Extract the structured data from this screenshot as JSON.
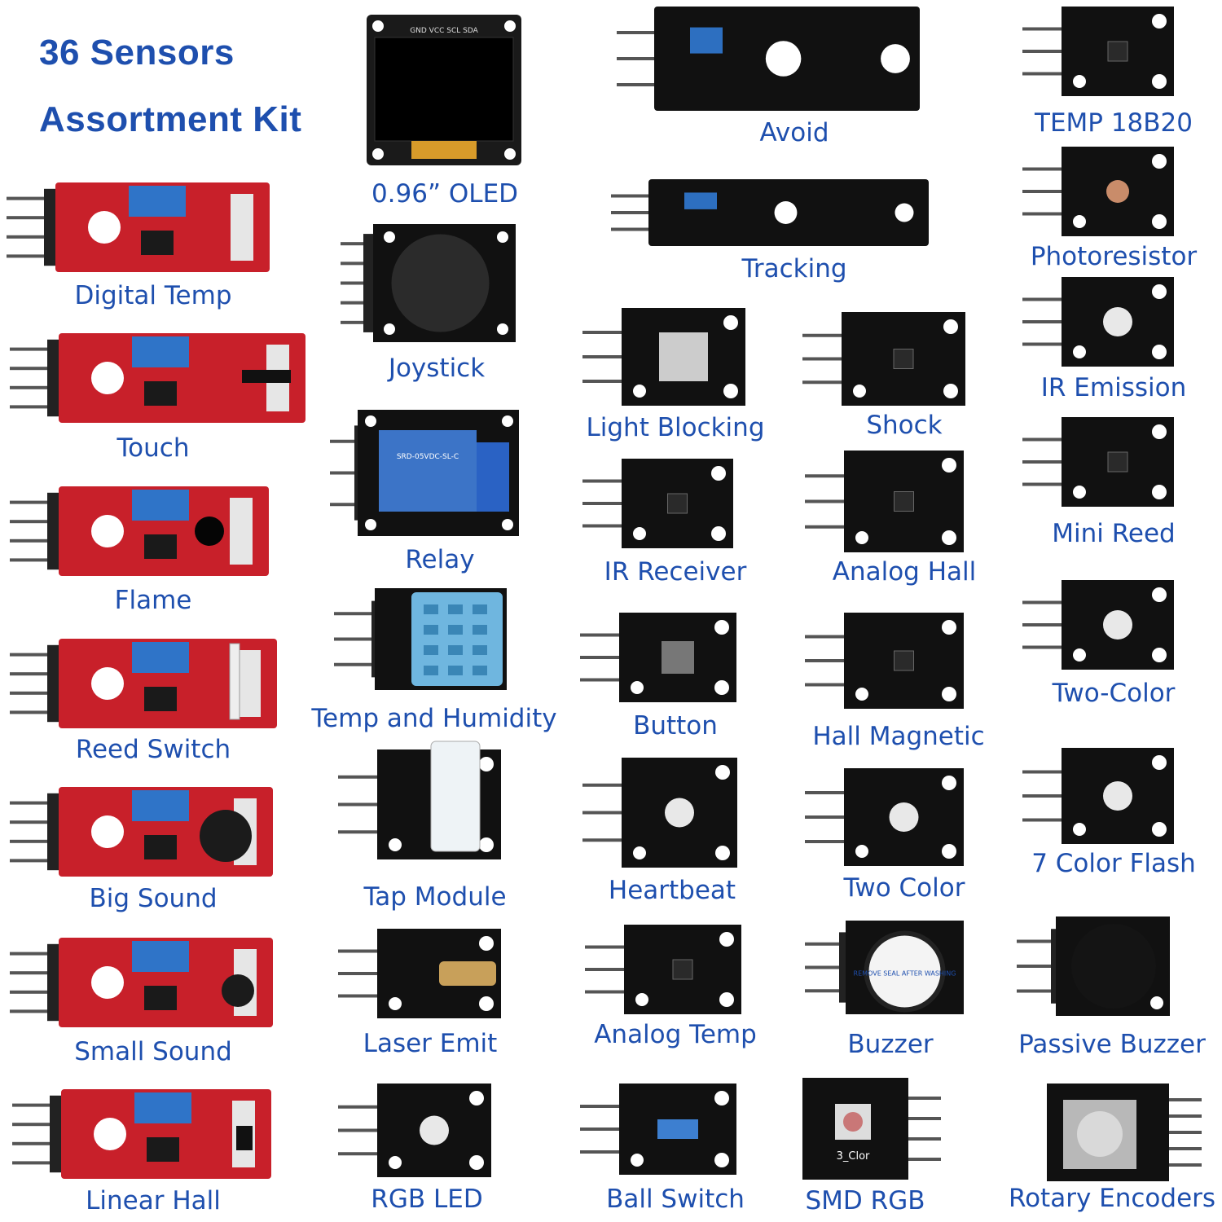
{
  "title": {
    "line1": "36 Sensors",
    "line2": "Assortment Kit"
  },
  "colors": {
    "label": "#1e4fae",
    "red_pcb": "#c8202a",
    "black_pcb": "#111111",
    "pins": "#555555",
    "pot_blue": "#2f74c8"
  },
  "modules": [
    {
      "id": "digital-temp",
      "label": "Digital Temp",
      "style": "red"
    },
    {
      "id": "touch",
      "label": "Touch",
      "style": "red"
    },
    {
      "id": "flame",
      "label": "Flame",
      "style": "red"
    },
    {
      "id": "reed-switch",
      "label": "Reed Switch",
      "style": "red"
    },
    {
      "id": "big-sound",
      "label": "Big Sound",
      "style": "red"
    },
    {
      "id": "small-sound",
      "label": "Small Sound",
      "style": "red"
    },
    {
      "id": "linear-hall",
      "label": "Linear Hall",
      "style": "red"
    },
    {
      "id": "oled",
      "label": "0.96” OLED",
      "style": "oled",
      "pin_text": "GND VCC SCL SDA"
    },
    {
      "id": "joystick",
      "label": "Joystick",
      "style": "joystick"
    },
    {
      "id": "relay",
      "label": "Relay",
      "style": "relay",
      "relay_text": "SRD-05VDC-SL-C"
    },
    {
      "id": "temp-humidity",
      "label": "Temp and Humidity",
      "style": "dht"
    },
    {
      "id": "tap-module",
      "label": "Tap Module",
      "style": "black"
    },
    {
      "id": "laser-emit",
      "label": "Laser Emit",
      "style": "black"
    },
    {
      "id": "rgb-led",
      "label": "RGB LED",
      "style": "black"
    },
    {
      "id": "avoid",
      "label": "Avoid",
      "style": "long"
    },
    {
      "id": "tracking",
      "label": "Tracking",
      "style": "long"
    },
    {
      "id": "light-blocking",
      "label": "Light Blocking",
      "style": "black"
    },
    {
      "id": "ir-receiver",
      "label": "IR Receiver",
      "style": "black"
    },
    {
      "id": "button",
      "label": "Button",
      "style": "black"
    },
    {
      "id": "heartbeat",
      "label": "Heartbeat",
      "style": "black"
    },
    {
      "id": "analog-temp",
      "label": "Analog Temp",
      "style": "black"
    },
    {
      "id": "ball-switch",
      "label": "Ball Switch",
      "style": "black"
    },
    {
      "id": "shock",
      "label": "Shock",
      "style": "black"
    },
    {
      "id": "analog-hall",
      "label": "Analog Hall",
      "style": "black"
    },
    {
      "id": "hall-magnetic",
      "label": "Hall Magnetic",
      "style": "black"
    },
    {
      "id": "two-color-2",
      "label": "Two Color",
      "style": "black"
    },
    {
      "id": "buzzer",
      "label": "Buzzer",
      "style": "buzzer",
      "buzzer_text": "REMOVE SEAL AFTER WASHING"
    },
    {
      "id": "smd-rgb",
      "label": "SMD RGB",
      "style": "smd",
      "board_text": "3_Clor"
    },
    {
      "id": "temp-18b20",
      "label": "TEMP 18B20",
      "style": "black"
    },
    {
      "id": "photoresistor",
      "label": "Photoresistor",
      "style": "black"
    },
    {
      "id": "ir-emission",
      "label": "IR Emission",
      "style": "black"
    },
    {
      "id": "mini-reed",
      "label": "Mini Reed",
      "style": "black"
    },
    {
      "id": "two-color",
      "label": "Two-Color",
      "style": "black"
    },
    {
      "id": "seven-color-flash",
      "label": "7 Color Flash",
      "style": "black"
    },
    {
      "id": "passive-buzzer",
      "label": "Passive Buzzer",
      "style": "passive"
    },
    {
      "id": "rotary-encoders",
      "label": "Rotary Encoders",
      "style": "encoder"
    }
  ]
}
